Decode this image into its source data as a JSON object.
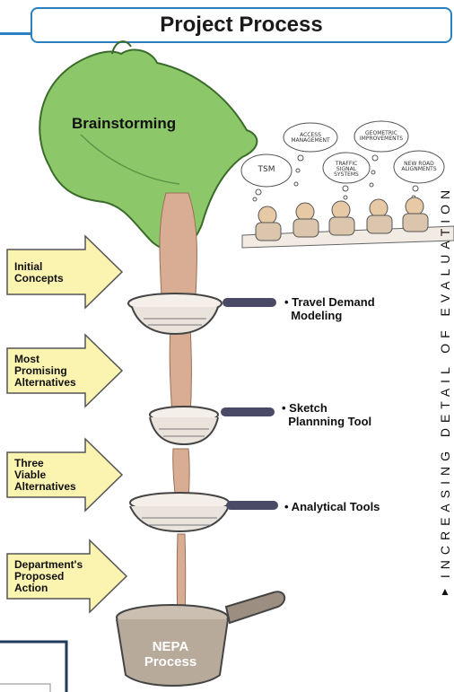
{
  "title": "Project Process",
  "brainstorm_label": "Brainstorming",
  "thought_bubbles": [
    "TSM",
    "ACCESS MANAGEMENT",
    "TRAFFIC SIGNAL SYSTEMS",
    "GEOMETRIC IMPROVEMENTS",
    "NEW ROAD ALIGNMENTS"
  ],
  "stages": [
    {
      "label": "Initial\nConcepts"
    },
    {
      "label": "Most\nPromising\nAlternatives"
    },
    {
      "label": "Three\nViable\nAlternatives"
    },
    {
      "label": "Department's\nProposed\nAction"
    }
  ],
  "tools": [
    {
      "label": "• Travel Demand\n  Modeling"
    },
    {
      "label": "• Sketch\n  Plannning Tool"
    },
    {
      "label": "• Analytical Tools"
    }
  ],
  "final_label": "NEPA\nProcess",
  "vertical_label": "INCREASING DETAIL OF EVALUATION",
  "colors": {
    "bag": "#8cc86a",
    "arrow": "#fbf3b0",
    "flow": "#d8ad93",
    "title_border": "#2a7fc0",
    "handle": "#4a4a66"
  }
}
